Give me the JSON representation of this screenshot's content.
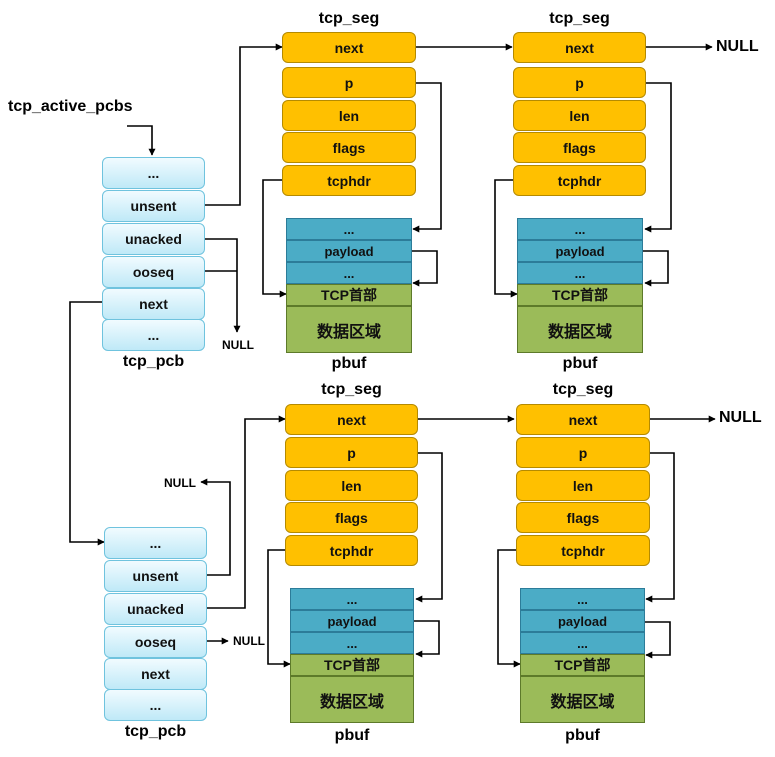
{
  "head_label": "tcp_active_pcbs",
  "null_text": "NULL",
  "pcb_top": {
    "fields": [
      "...",
      "unsent",
      "unacked",
      "ooseq",
      "next",
      "..."
    ],
    "caption": "tcp_pcb"
  },
  "pcb_bottom": {
    "fields": [
      "...",
      "unsent",
      "unacked",
      "ooseq",
      "next",
      "..."
    ],
    "caption": "tcp_pcb"
  },
  "seg_top_left": {
    "title": "tcp_seg",
    "fields": [
      "next",
      "p",
      "len",
      "flags",
      "tcphdr"
    ]
  },
  "seg_top_right": {
    "title": "tcp_seg",
    "fields": [
      "next",
      "p",
      "len",
      "flags",
      "tcphdr"
    ]
  },
  "seg_bot_left": {
    "title": "tcp_seg",
    "fields": [
      "next",
      "p",
      "len",
      "flags",
      "tcphdr"
    ]
  },
  "seg_bot_right": {
    "title": "tcp_seg",
    "fields": [
      "next",
      "p",
      "len",
      "flags",
      "tcphdr"
    ]
  },
  "pbuf_top_left": {
    "rows": [
      "...",
      "payload",
      "..."
    ],
    "tcp_header": "TCP首部",
    "data_area": "数据区域",
    "caption": "pbuf"
  },
  "pbuf_top_right": {
    "rows": [
      "...",
      "payload",
      "..."
    ],
    "tcp_header": "TCP首部",
    "data_area": "数据区域",
    "caption": "pbuf"
  },
  "pbuf_bot_left": {
    "rows": [
      "...",
      "payload",
      "..."
    ],
    "tcp_header": "TCP首部",
    "data_area": "数据区域",
    "caption": "pbuf"
  },
  "pbuf_bot_right": {
    "rows": [
      "...",
      "payload",
      "..."
    ],
    "tcp_header": "TCP首部",
    "data_area": "数据区域",
    "caption": "pbuf"
  },
  "colors": {
    "segment_fill": "#ffc000",
    "pbuf_header_fill": "#4bacc6",
    "pbuf_data_fill": "#9bbb59",
    "pcb_fill": "#bfe9f7"
  }
}
